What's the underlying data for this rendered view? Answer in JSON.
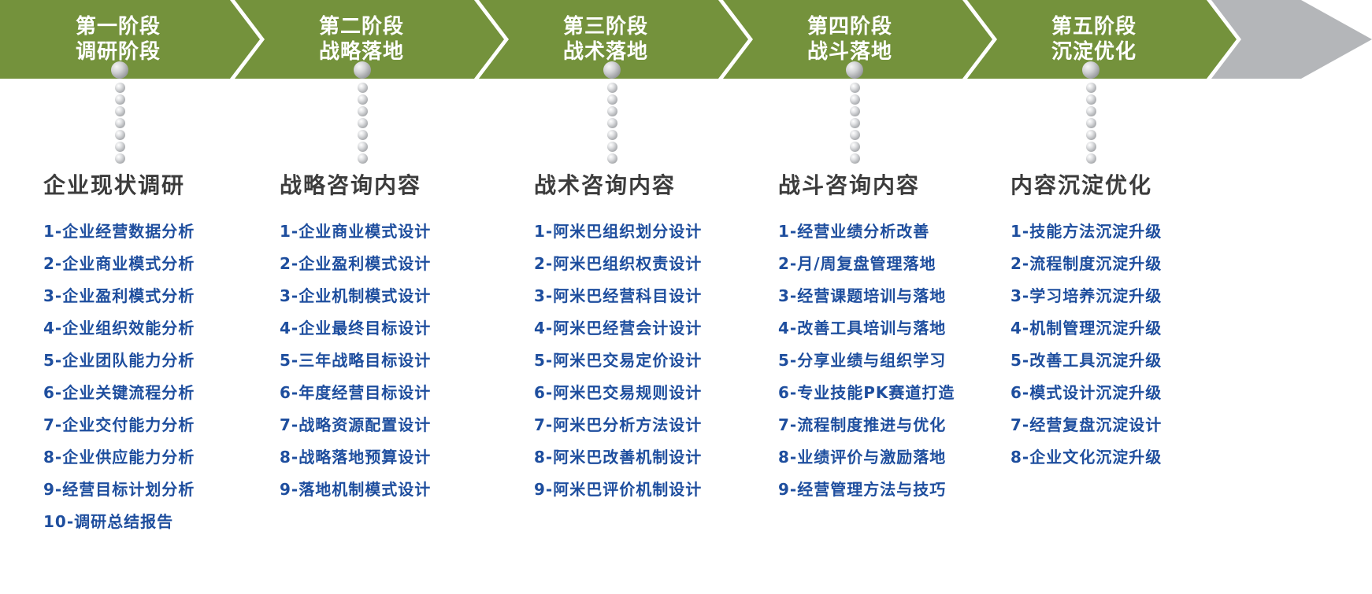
{
  "banner": {
    "stages": [
      {
        "line1": "第一阶段",
        "line2": "调研阶段"
      },
      {
        "line1": "第二阶段",
        "line2": "战略落地"
      },
      {
        "line1": "第三阶段",
        "line2": "战术落地"
      },
      {
        "line1": "第四阶段",
        "line2": "战斗落地"
      },
      {
        "line1": "第五阶段",
        "line2": "沉淀优化"
      }
    ]
  },
  "columns": [
    {
      "title": "企业现状调研",
      "items": [
        "1-企业经营数据分析",
        "2-企业商业模式分析",
        "3-企业盈利模式分析",
        "4-企业组织效能分析",
        "5-企业团队能力分析",
        "6-企业关键流程分析",
        "7-企业交付能力分析",
        "8-企业供应能力分析",
        "9-经营目标计划分析",
        "10-调研总结报告"
      ]
    },
    {
      "title": "战略咨询内容",
      "items": [
        "1-企业商业模式设计",
        "2-企业盈利模式设计",
        "3-企业机制模式设计",
        "4-企业最终目标设计",
        "5-三年战略目标设计",
        "6-年度经营目标设计",
        "7-战略资源配置设计",
        "8-战略落地预算设计",
        "9-落地机制模式设计"
      ]
    },
    {
      "title": "战术咨询内容",
      "items": [
        "1-阿米巴组织划分设计",
        "2-阿米巴组织权责设计",
        "3-阿米巴经营科目设计",
        "4-阿米巴经营会计设计",
        "5-阿米巴交易定价设计",
        "6-阿米巴交易规则设计",
        "7-阿米巴分析方法设计",
        "8-阿米巴改善机制设计",
        "9-阿米巴评价机制设计"
      ]
    },
    {
      "title": "战斗咨询内容",
      "items": [
        "1-经营业绩分析改善",
        "2-月/周复盘管理落地",
        "3-经营课题培训与落地",
        "4-改善工具培训与落地",
        "5-分享业绩与组织学习",
        "6-专业技能PK赛道打造",
        "7-流程制度推进与优化",
        "8-业绩评价与激励落地",
        "9-经营管理方法与技巧"
      ]
    },
    {
      "title": "内容沉淀优化",
      "items": [
        "1-技能方法沉淀升级",
        "2-流程制度沉淀升级",
        "3-学习培养沉淀升级",
        "4-机制管理沉淀升级",
        "5-改善工具沉淀升级",
        "6-模式设计沉淀升级",
        "7-经营复盘沉淀设计",
        "8-企业文化沉淀升级"
      ]
    }
  ],
  "colors": {
    "banner_green": "#74923C",
    "arrow_gray": "#B4B6B9",
    "item_blue": "#1E4E9E",
    "header_dark": "#3C3C3C",
    "pin_gray": "#B4B6B9"
  }
}
